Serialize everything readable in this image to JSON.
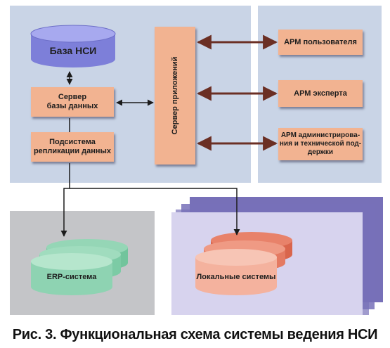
{
  "nodes": {
    "nsi_db": "База НСИ",
    "db_server": "Сервер\nбазы данных",
    "replication": "Подсистема\nрепликации данных",
    "app_server": "Сервер приложений",
    "user_ws": "АРМ пользователя",
    "expert_ws": "АРМ эксперта",
    "admin_ws": "АРМ администрирова-\nния и технической под-\nдержки",
    "erp": "ERP-система",
    "local": "Локальные системы"
  },
  "caption": "Рис. 3. Функциональная схема системы ведения НСИ",
  "colors": {
    "blue_panel": "#c9d4e6",
    "gray_panel": "#c4c5c8",
    "box_fill": "#f2b391",
    "db_cylinder": "#7d7fd9",
    "erp_cylinder": "#8ed3b2",
    "local_cylinder": "#f0907a",
    "arrow_brown": "#6b2f24"
  }
}
